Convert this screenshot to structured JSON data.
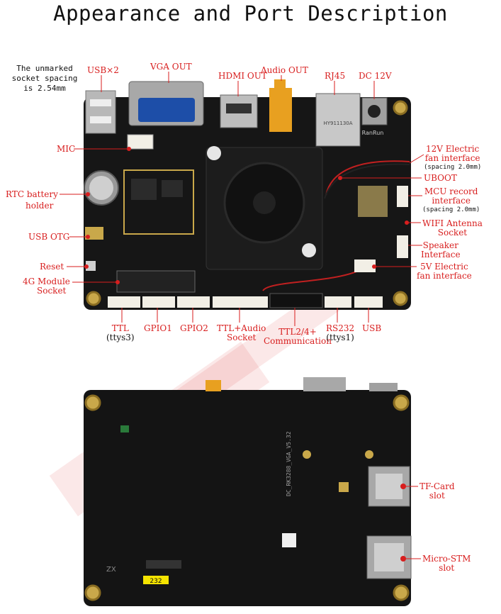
{
  "title": "Appearance and Port Description",
  "note": "The unmarked socket spacing is 2.54mm",
  "colors": {
    "label": "#d81e1e",
    "board": "#161616",
    "heatsink": "#1c1c1c",
    "gold": "#c9a84a",
    "vga": "#1d4ea8",
    "audio": "#e8a020",
    "white_socket": "#f2efe6"
  },
  "top_labels": [
    {
      "id": "usb2",
      "text": "USB×2"
    },
    {
      "id": "vga",
      "text": "VGA OUT"
    },
    {
      "id": "hdmi",
      "text": "HDMI OUT"
    },
    {
      "id": "audio",
      "text": "Audio OUT"
    },
    {
      "id": "rj45",
      "text": "RJ45"
    },
    {
      "id": "dc",
      "text": "DC 12V"
    }
  ],
  "left_labels": [
    {
      "id": "mic",
      "text": "MIC"
    },
    {
      "id": "rtc1",
      "text": "RTC battery"
    },
    {
      "id": "rtc2",
      "text": "holder"
    },
    {
      "id": "usbotg",
      "text": "USB OTG"
    },
    {
      "id": "reset",
      "text": "Reset"
    },
    {
      "id": "m4g1",
      "text": "4G Module"
    },
    {
      "id": "m4g2",
      "text": "Socket"
    }
  ],
  "right_labels": {
    "fan12_line1": "12V Electric",
    "fan12_line2": "fan interface",
    "fan12_sub": "(spacing 2.0mm)",
    "uboot": "UBOOT",
    "mcu_line1": "MCU record",
    "mcu_line2": "interface",
    "mcu_sub": "(spacing 2.0mm)",
    "wifi_line1": "WIFI Antenna",
    "wifi_line2": "Socket",
    "spk_line1": "Speaker",
    "spk_line2": "Interface",
    "fan5_line1": "5V Electric",
    "fan5_line2": "fan interface"
  },
  "bottom_labels": {
    "ttl": "TTL",
    "ttl_sub": "(ttys3)",
    "gpio1": "GPIO1",
    "gpio2": "GPIO2",
    "ttlaudio_line1": "TTL+Audio",
    "ttlaudio_line2": "Socket",
    "ttl24_line1": "TTL2/4+",
    "ttl24_line2": "Communication",
    "rs232": "RS232",
    "rs232_sub": "(ttys1)",
    "usb": "USB"
  },
  "back_labels": {
    "tf_line1": "TF-Card",
    "tf_line2": "slot",
    "sim_line1": "Micro-STM",
    "sim_line2": "slot"
  },
  "chip_markings": {
    "wifi_module": "RanRun",
    "rj45_chip": "HY911130A",
    "back_silk": "DC_RK3288_VGA_V5.32",
    "back_tag": "232",
    "back_logo": "ZX"
  }
}
